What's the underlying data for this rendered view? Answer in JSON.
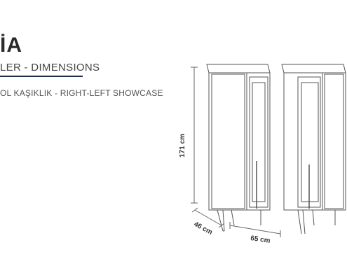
{
  "title": "İA",
  "subtitle": "LER - DIMENSIONS",
  "description": "OL KAŞIKLIK - RIGHT-LEFT SHOWCASE",
  "dimensions": {
    "height": "171 cm",
    "depth": "46 cm",
    "width": "65 cm"
  },
  "colors": {
    "accent_underline": "#1f2d4d",
    "line": "#555555"
  }
}
